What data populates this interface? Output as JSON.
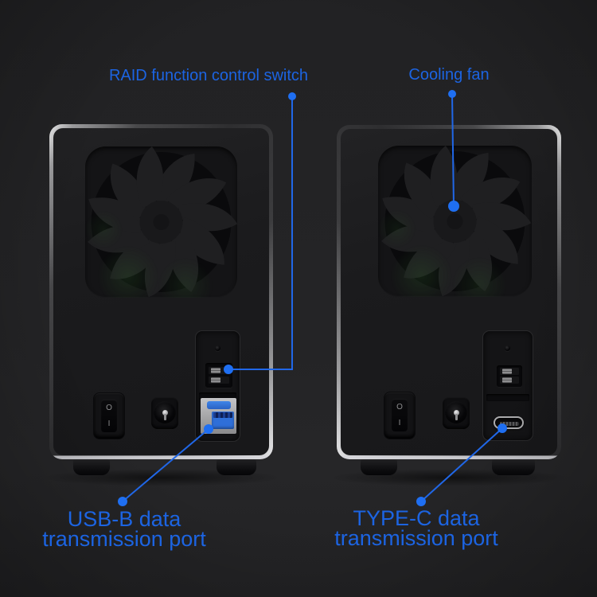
{
  "theme": {
    "background": "#232325",
    "label_color": "#1c64e2",
    "line_color": "#2067e8",
    "dot_color": "#1f6ff2",
    "usb_blue": "#2f6fd8",
    "silver_frame": "#c9c9cb"
  },
  "annotations": {
    "raid": {
      "text": "RAID function control switch"
    },
    "cooling_fan": {
      "text": "Cooling fan"
    },
    "usb_b": {
      "line1": "USB-B data",
      "line2": "transmission port"
    },
    "type_c": {
      "line1": "TYPE-C data",
      "line2": "transmission port"
    }
  },
  "marks": {
    "off": "O",
    "on": "I"
  }
}
